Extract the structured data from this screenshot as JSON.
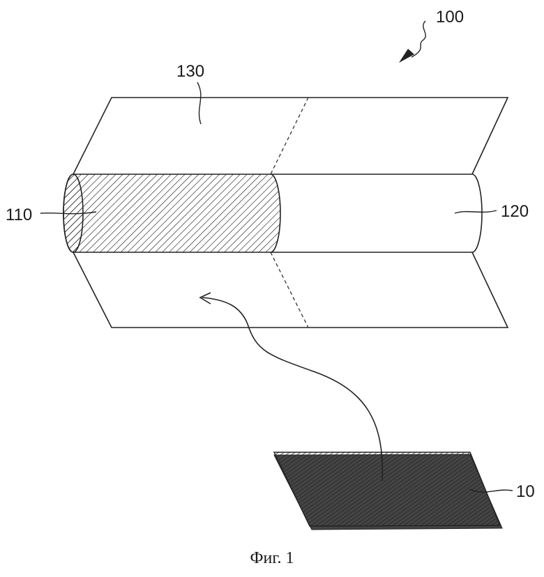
{
  "labels": {
    "assembly": "100",
    "sheet_top": "130",
    "core_hatched": "110",
    "core_plain": "120",
    "patch": "10"
  },
  "caption": "Фиг. 1"
}
